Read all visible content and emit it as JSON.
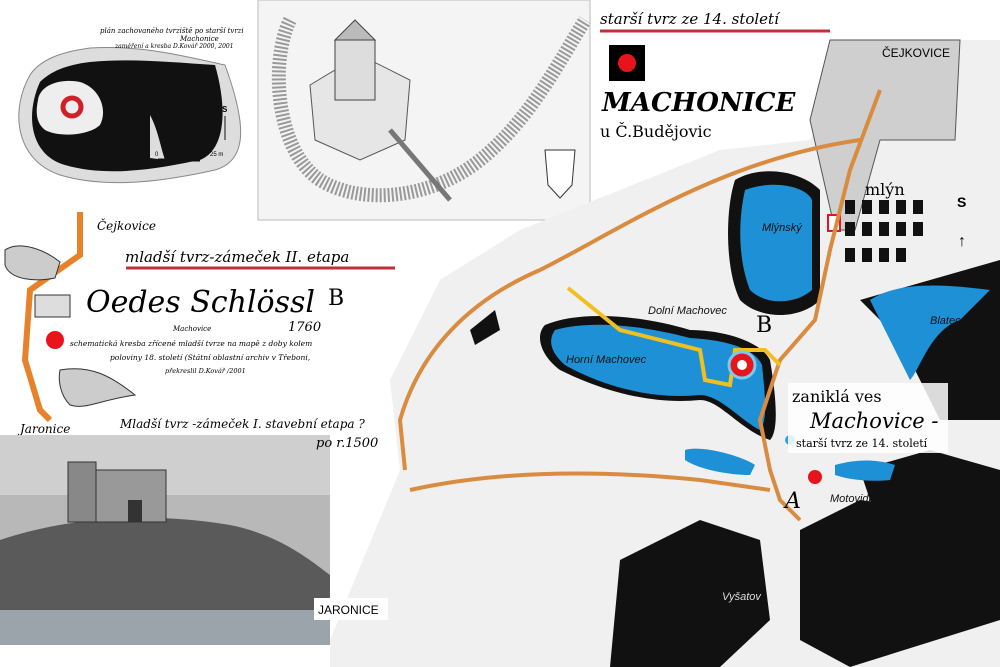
{
  "plan_inset": {
    "title": "plán zachovaného tvrziště po starší tvrzi",
    "place": "Machonice",
    "credit": "zaměření a kresba D.Kovář 2000, 2001",
    "north": "S",
    "scale_start": "0",
    "scale_end": "25 m"
  },
  "heading": {
    "older_fort": "starší tvrz ze 14. století",
    "village": "MACHONICE",
    "subtitle": "u Č.Budějovic"
  },
  "old_map": {
    "village_top": "Čejkovice",
    "younger_fort": "mladší tvrz-zámeček II. etapa",
    "script_title": "Oedes Schlössl",
    "letter": "B",
    "place": "Machovice",
    "year": "1760",
    "desc1": "schematická kresba zřícené mladší tvrze na mapě z doby kolem",
    "desc2": "poloviny 18. století (Státní oblastní archiv v Třeboni,",
    "desc3": "překreslil D.Kovář /2001",
    "village_bottom": "Jaronice"
  },
  "engraving": {
    "caption": "Mladší tvrz -zámeček  I. stavební etapa ?",
    "date": "po r.1500",
    "place": "JARONICE"
  },
  "main_map": {
    "north": "S",
    "cejkovice": "ČEJKOVICE",
    "mill": "mlýn",
    "ponds": [
      "Mlýnský",
      "Dolní Machovec",
      "Horní Machovec",
      "Blatec",
      "Motovidlo",
      "Vyšatov"
    ],
    "marker_b": "B",
    "marker_a": "A",
    "lost_village": "zaniklá ves",
    "lost_village_name": "Machovice -",
    "older_fort_note": "starší tvrz ze 14. století"
  },
  "colors": {
    "road": "#d98c3f",
    "path": "#f0c020",
    "pond": "#1e90d6",
    "marker": "#e8141c",
    "underline": "#c0303a"
  }
}
